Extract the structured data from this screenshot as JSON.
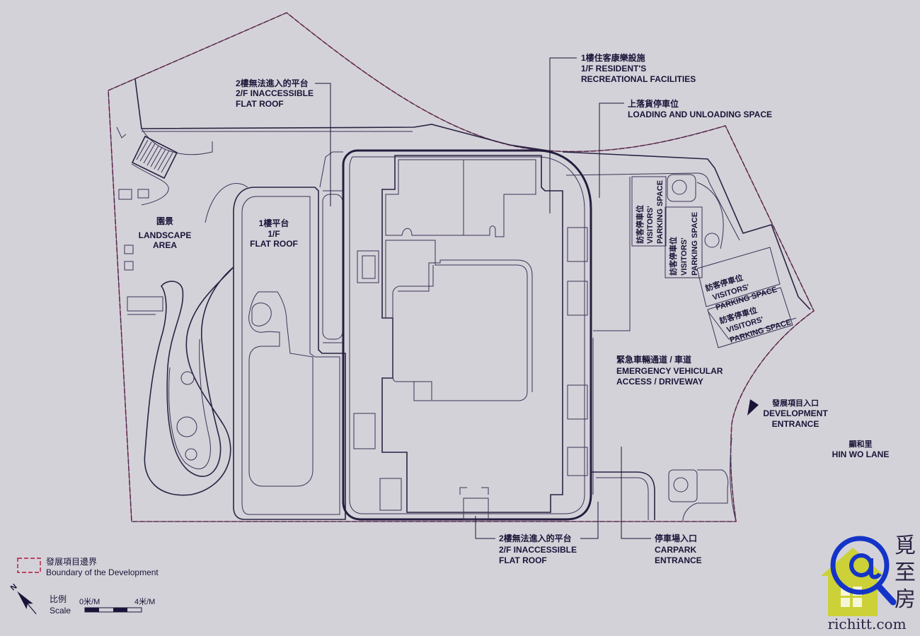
{
  "labels": {
    "roof2f_top_zh": "2樓無法進入的平台",
    "roof2f_top_en1": "2/F INACCESSIBLE",
    "roof2f_top_en2": "FLAT ROOF",
    "rec_zh": "1樓住客康樂設施",
    "rec_en1": "1/F RESIDENT'S",
    "rec_en2": "RECREATIONAL FACILITIES",
    "loading_zh": "上落貨停車位",
    "loading_en": "LOADING AND UNLOADING SPACE",
    "landscape_zh": "園景",
    "landscape_en1": "LANDSCAPE",
    "landscape_en2": "AREA",
    "flatroof1_zh": "1樓平台",
    "flatroof1_en1": "1/F",
    "flatroof1_en2": "FLAT ROOF",
    "visitor_zh": "訪客停車位",
    "visitor_en1": "VISITORS'",
    "visitor_en2": "PARKING SPACE",
    "eva_zh": "緊急車輛通道 / 車道",
    "eva_en1": "EMERGENCY VEHICULAR",
    "eva_en2": "ACCESS / DRIVEWAY",
    "entrance_zh": "發展項目入口",
    "entrance_en1": "DEVELOPMENT",
    "entrance_en2": "ENTRANCE",
    "lane_zh": "顯和里",
    "lane_en": "HIN WO LANE",
    "roof2f_bot_zh": "2樓無法進入的平台",
    "roof2f_bot_en1": "2/F INACCESSIBLE",
    "roof2f_bot_en2": "FLAT ROOF",
    "carpark_zh": "停車場入口",
    "carpark_en1": "CARPARK",
    "carpark_en2": "ENTRANCE"
  },
  "legend": {
    "boundary_zh": "發展項目邊界",
    "boundary_en": "Boundary of the Development",
    "scale_zh": "比例",
    "scale_en": "Scale",
    "scale_start": "0米/M",
    "scale_end": "4米/M",
    "north": "N"
  },
  "watermark": {
    "site": "richitt.com",
    "chars": [
      "覓",
      "至",
      "房"
    ]
  },
  "colors": {
    "background": "#d4d2d9",
    "linework": "#2a2342",
    "boundary": "#b0163a",
    "watermark_blue": "#1434c8",
    "watermark_house": "#c9d11a"
  }
}
